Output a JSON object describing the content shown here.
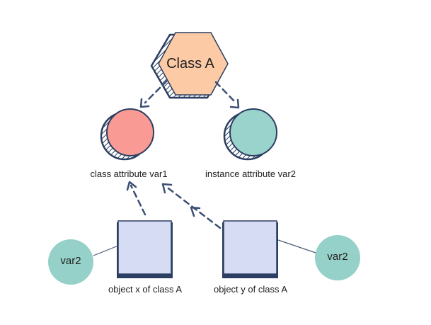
{
  "diagram": {
    "class_node": {
      "label": "Class A"
    },
    "class_attribute": {
      "label": "class attribute var1"
    },
    "instance_attribute": {
      "label": "instance attribute var2"
    },
    "object_x": {
      "label": "object x of class A",
      "var_label": "var2"
    },
    "object_y": {
      "label": "object y of class A",
      "var_label": "var2"
    }
  },
  "colors": {
    "hexagon_fill": "#fdcaa6",
    "class_attr_fill": "#fa9a94",
    "instance_attr_fill": "#99d3cc",
    "square_fill": "#d6dcf3",
    "var_bubble_fill": "#95d1c8",
    "stroke": "#2c3e61",
    "arrow": "#3b4f73"
  }
}
